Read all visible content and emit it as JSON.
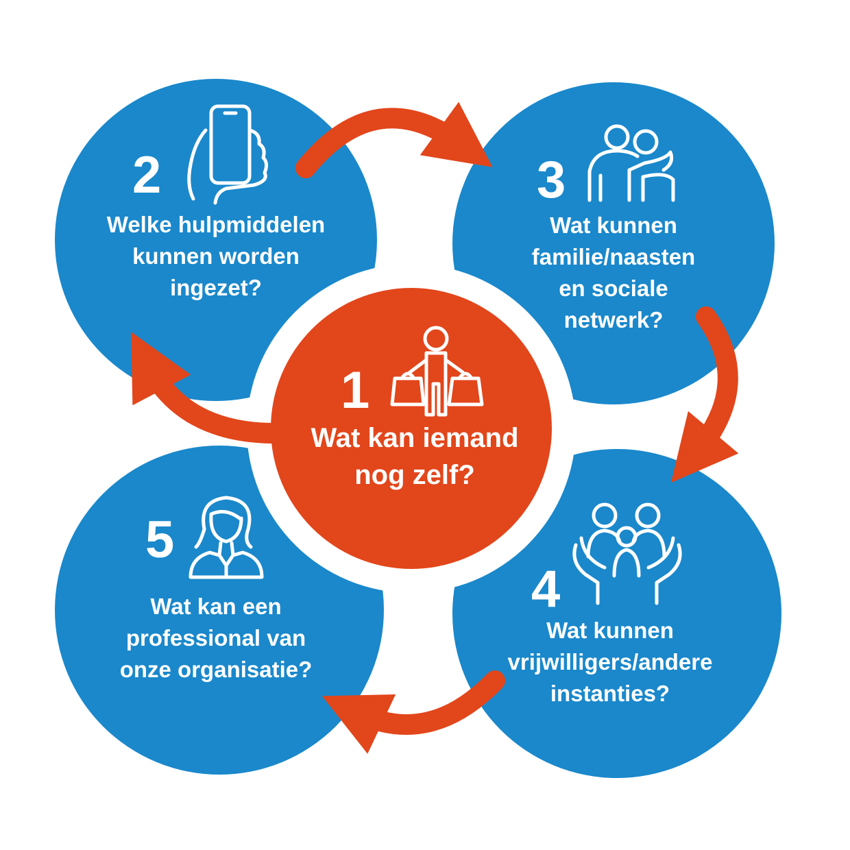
{
  "colors": {
    "blue": "#1a88cb",
    "orange": "#e2461b",
    "ring": "#ffffff"
  },
  "steps": [
    {
      "number": "1",
      "icon": "person-with-shopping-bags-icon",
      "lines": [
        "Wat kan iemand",
        "nog zelf?"
      ]
    },
    {
      "number": "2",
      "icon": "hand-holding-phone-icon",
      "lines": [
        "Welke hulpmiddelen",
        "kunnen worden",
        "ingezet?"
      ]
    },
    {
      "number": "3",
      "icon": "two-people-embracing-icon",
      "lines": [
        "Wat kunnen",
        "familie/naasten",
        "en sociale",
        "netwerk?"
      ]
    },
    {
      "number": "4",
      "icon": "hands-holding-family-icon",
      "lines": [
        "Wat kunnen",
        "vrijwilligers/andere",
        "instanties?"
      ]
    },
    {
      "number": "5",
      "icon": "professional-woman-icon",
      "lines": [
        "Wat kan een",
        "professional van",
        "onze organisatie?"
      ]
    }
  ]
}
